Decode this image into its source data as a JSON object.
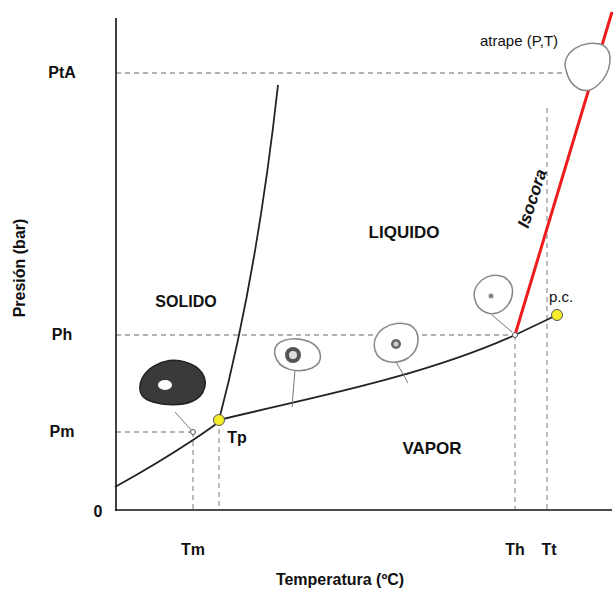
{
  "diagram": {
    "labels": [
      "Presión (bar)",
      "Temperatura (ºC)",
      "PtA",
      "Ph",
      "Pm",
      "0",
      "Tm",
      "Tp",
      "Th",
      "Tt",
      "SOLIDO",
      "LIQUIDO",
      "VAPOR",
      "Isocora",
      "atrape (P,T)",
      "p.c."
    ]
  }
}
